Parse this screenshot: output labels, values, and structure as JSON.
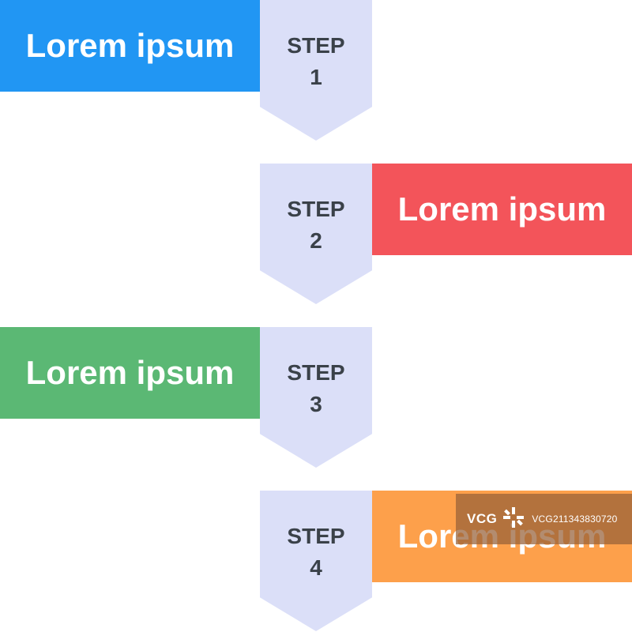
{
  "colors": {
    "step_fill": "#dbdff8",
    "step_text": "#3a4149",
    "box_text": "#ffffff"
  },
  "steps": [
    {
      "word": "STEP",
      "number": "1",
      "label": "Lorem ipsum",
      "side": "left",
      "color": "#2196f3"
    },
    {
      "word": "STEP",
      "number": "2",
      "label": "Lorem ipsum",
      "side": "right",
      "color": "#f3545a"
    },
    {
      "word": "STEP",
      "number": "3",
      "label": "Lorem ipsum",
      "side": "left",
      "color": "#5bb874"
    },
    {
      "word": "STEP",
      "number": "4",
      "label": "Lorem ipsum",
      "side": "right",
      "color": "#fda04b"
    }
  ],
  "watermark": {
    "logo": "VCG",
    "id": "VCG211343830720",
    "icon": "spark-icon"
  }
}
